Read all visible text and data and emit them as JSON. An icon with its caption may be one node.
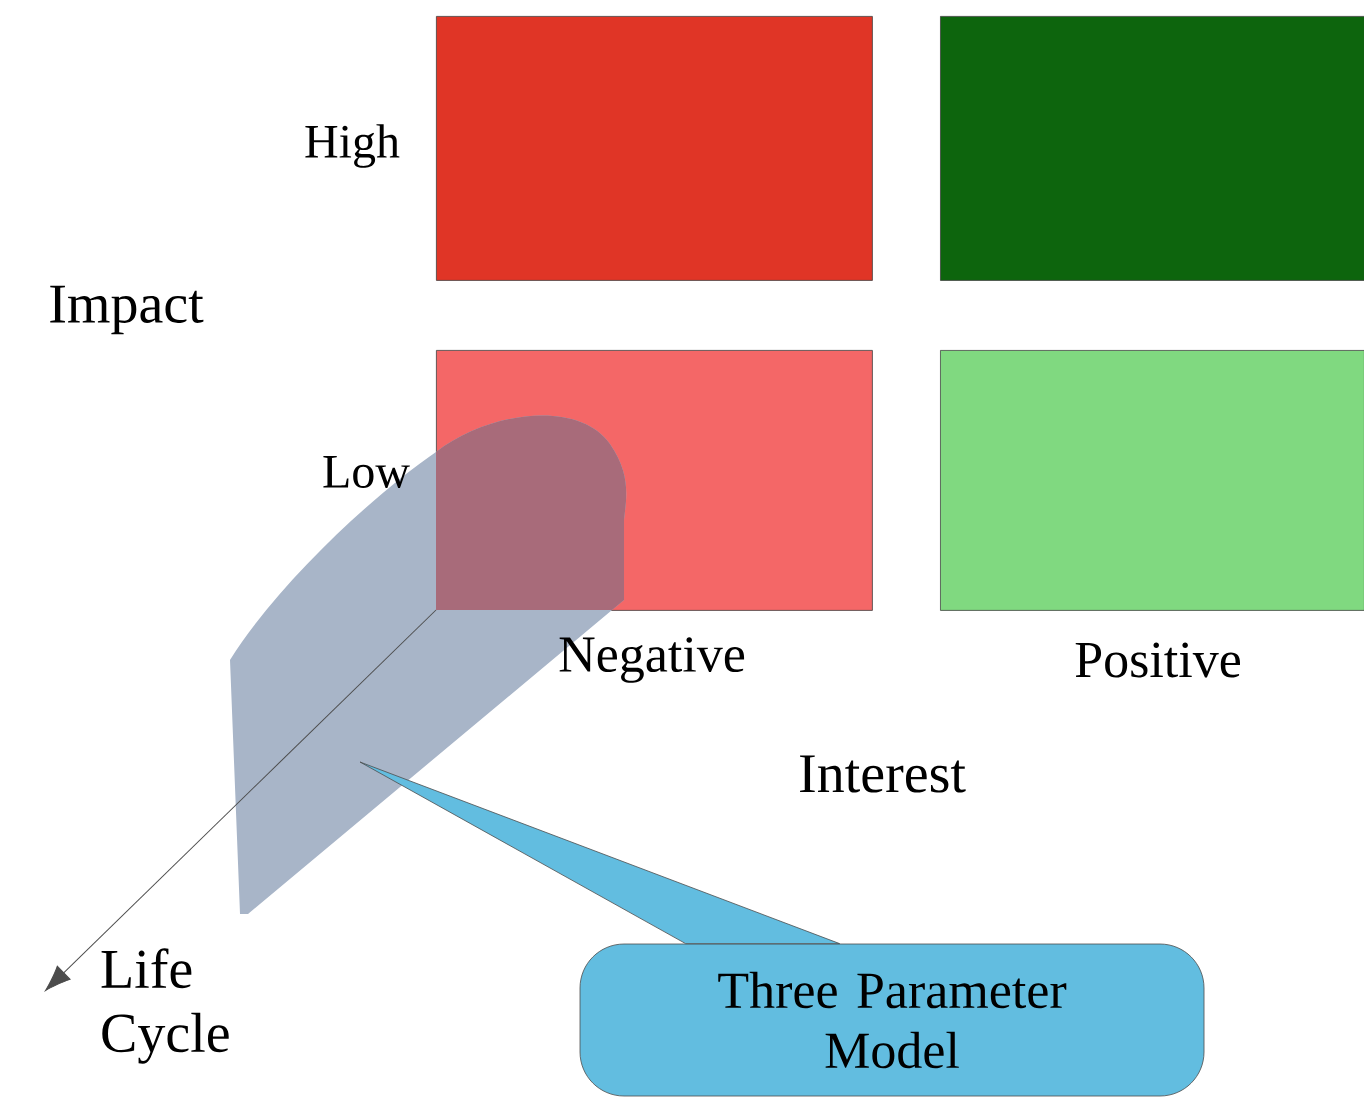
{
  "diagram": {
    "nodes": [
      {
        "text": [],
        "shape": "box"
      },
      {
        "text": [],
        "shape": "box"
      },
      {
        "text": [],
        "shape": "box"
      },
      {
        "text": [],
        "shape": "box"
      },
      {
        "text": [],
        "shape": "plane"
      },
      {
        "text": [
          "Three Parameter Model"
        ]
      }
    ],
    "edges": [
      {
        "from": 5,
        "to": 4,
        "arrow": "none"
      }
    ],
    "labels": [
      "High",
      "Impact",
      "Low",
      "Negative",
      "Positive",
      "Interest",
      "Life Cycle"
    ]
  }
}
